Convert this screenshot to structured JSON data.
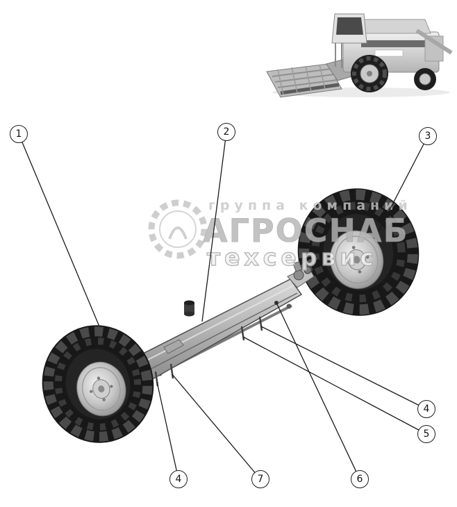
{
  "watermark": {
    "line1": "группа компаний",
    "line2": "АГРОСНАБ",
    "line3": "техсервис"
  },
  "callouts": [
    {
      "label": "1"
    },
    {
      "label": "2"
    },
    {
      "label": "3"
    },
    {
      "label": "4"
    },
    {
      "label": "5"
    },
    {
      "label": "6"
    },
    {
      "label": "7"
    },
    {
      "label": "4"
    }
  ]
}
